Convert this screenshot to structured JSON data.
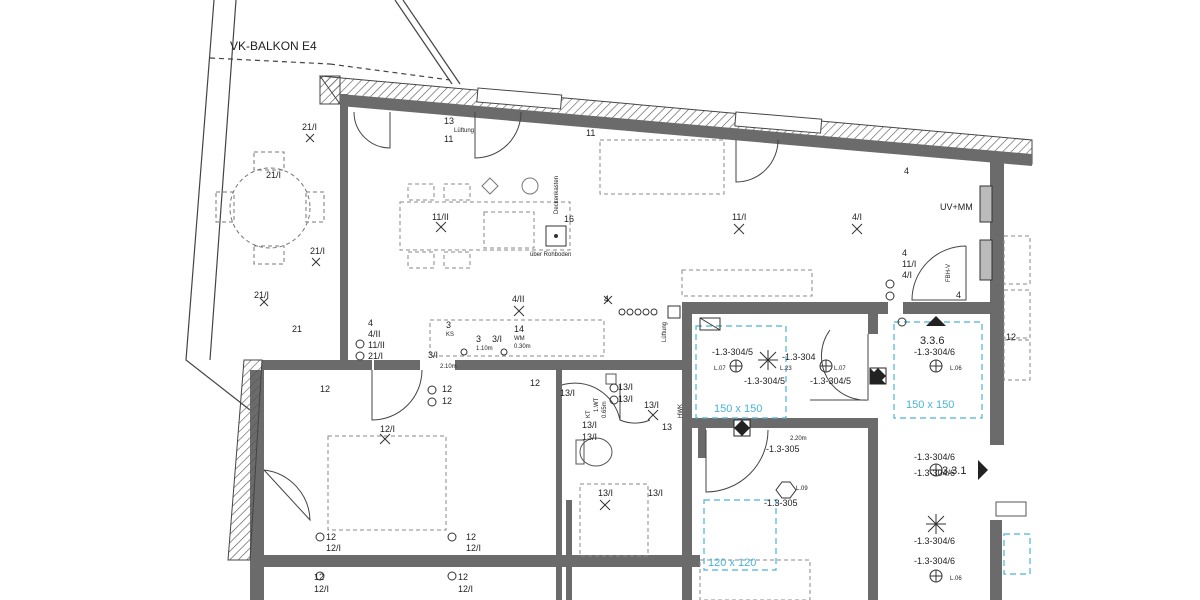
{
  "colors": {
    "wall": "#6b6b6b",
    "line": "#444444",
    "dashed": "#777777",
    "cyan": "#49b3d6",
    "text": "#222222"
  },
  "balcony": {
    "label": "VK-BALKON E4"
  },
  "room_codes": {
    "r336": "3.3.6",
    "r331": "3.3.1"
  },
  "dims": {
    "d1": "150 x 150",
    "d2": "150 x 150",
    "d3": "120 x 120"
  },
  "labels": {
    "uv_mm": "UV+MM",
    "l13_top": "13",
    "l11_top": "11",
    "l11_window": "11",
    "l4_top": "4",
    "l21i_a": "21/I",
    "l21i_b": "21/I",
    "l21i_c": "21/I",
    "l21i_d": "21/I",
    "l21": "21",
    "l11ii": "11/II",
    "l16": "16",
    "l11i": "11/I",
    "l4i": "4/I",
    "l4ii": "4/II",
    "l12_outer": "12",
    "l4_a": "4",
    "l4ii_a": "4/II",
    "l11ii_a": "11/II",
    "l21i_e": "21/I",
    "l3_a": "3",
    "l3_b": "3",
    "l3i_a": "3/I",
    "l3i_b": "3/I",
    "l14": "14",
    "l4_b": "4",
    "l11i_b": "11/I",
    "l4i_b": "4/I",
    "l4_c": "4",
    "l4_ts": "4",
    "l12i": "12/I",
    "l12_b": "12",
    "l12_c": "12",
    "l12_d": "12",
    "l13i_a": "13/I",
    "l13i_b": "13/I",
    "l13i_c": "13/I",
    "l13i_d": "13/I",
    "l13i_e": "13/I",
    "l13i_f": "13/I",
    "l13i_g": "13/I",
    "l13i_h": "13/I",
    "l13_b": "13",
    "l12_e": "12",
    "l12i_b": "12/I",
    "l12_f": "12",
    "l12i_c": "12/I",
    "l12_g": "12",
    "l12i_d": "12/I",
    "l12_h": "12",
    "l12i_e": "12/I",
    "l12_i": "12",
    "c1": "-1.3-304/5",
    "c2": "-1.3-304",
    "c3": "-1.3-304/5",
    "c4": "-1.3-304/5",
    "c5": "-1.3-304/6",
    "c6": "-1.3-305",
    "c7": "-1.3-305",
    "c8": "-1.3-304/6",
    "c9": "-1.3-304/6",
    "c10": "-1.3-304/6",
    "c11": "-1.3-304/6",
    "s_l07a": "L.07",
    "s_l23": "L.23",
    "s_l07b": "L.07",
    "s_l06a": "L.06",
    "s_l09": "L.09",
    "s_l06b": "L.06",
    "s_220": "2.20m",
    "s_fbhv": "FBH-V",
    "s_luftung": "Lüftung",
    "s_luftung2": "Lüftung",
    "s_uber": "über Rohboden",
    "s_dachkasten": "Deckenkasten",
    "s_hwk": "HWK",
    "s_ks": "KS",
    "s_wm": "WM",
    "s_110": "1.10m",
    "s_030": "0.30m",
    "s_210": "2.10m",
    "s_kt": "KT",
    "s_1wt": "1.WT",
    "s_065": "0.65m"
  }
}
